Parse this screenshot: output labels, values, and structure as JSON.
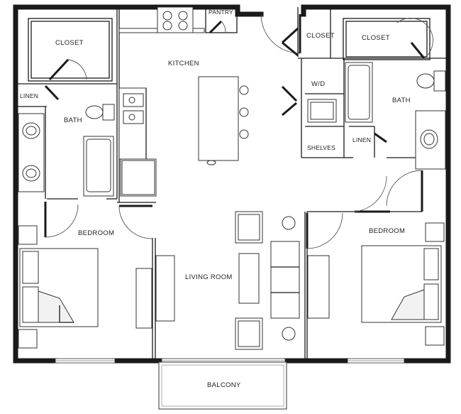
{
  "rooms": {
    "kitchen": "KITCHEN",
    "pantry": "PANTRY",
    "closet_left": "CLOSET",
    "linen_left": "LINEN",
    "bath_left": "BATH",
    "bedroom_left": "BEDROOM",
    "living_room": "LIVING ROOM",
    "balcony": "BALCONY",
    "closet_hall": "CLOSET",
    "closet_right": "CLOSET",
    "washer_dryer": "W/D",
    "shelves": "SHELVES",
    "linen_right": "LINEN",
    "bath_right": "BATH",
    "bedroom_right": "BEDROOM"
  }
}
